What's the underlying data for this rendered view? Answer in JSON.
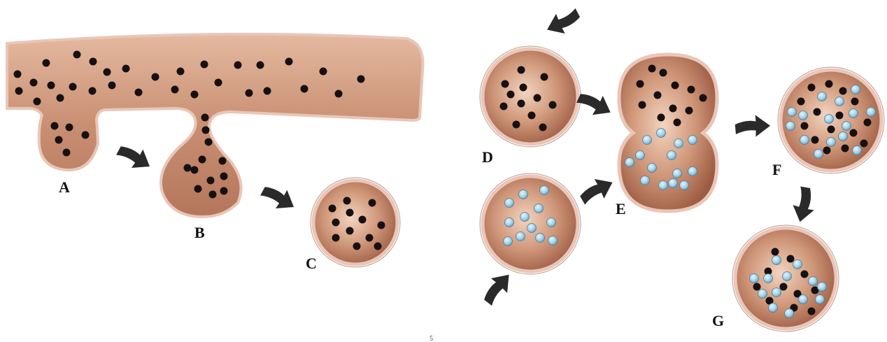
{
  "labels": {
    "a": "A",
    "b": "B",
    "c": "C",
    "d": "D",
    "e": "E",
    "f": "F",
    "g": "G",
    "mark": "5"
  },
  "colors": {
    "membrane_body": "#c98f72",
    "membrane_dark": "#9c5b43",
    "membrane_light": "#f3d4bf",
    "membrane_edge": "#e9c6b8",
    "dark_particle": "#161012",
    "blue_particle": "#9fd0ea",
    "arrow": "#2a2a2a",
    "label": "#111111"
  },
  "particle_types": [
    "dark-particle",
    "blue-particle"
  ],
  "icons": [
    "arrow-icon"
  ]
}
